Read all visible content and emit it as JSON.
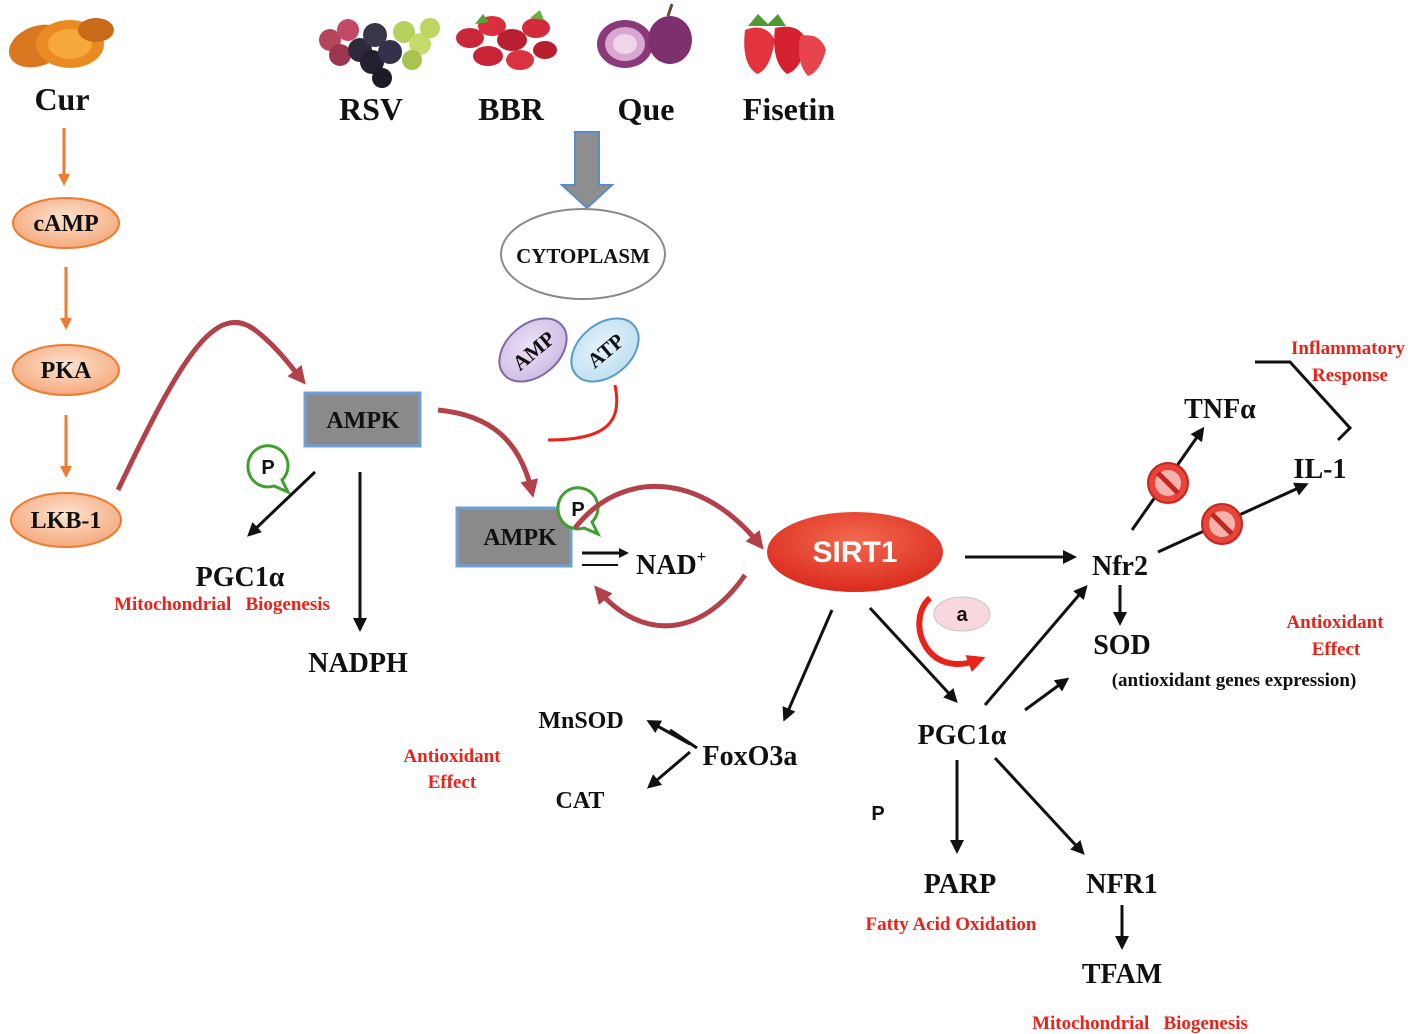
{
  "compounds": {
    "cur": "Cur",
    "rsv": "RSV",
    "bbr": "BBR",
    "que": "Que",
    "fisetin": "Fisetin"
  },
  "cur_pathway": {
    "camp": "cAMP",
    "pka": "PKA",
    "lkb1": "LKB-1"
  },
  "cytoplasm": "CYTOPLASM",
  "amp": "AMP",
  "atp": "ATP",
  "ampk_top": "AMPK",
  "ampk_phospho": "AMPK",
  "phospho_label": "P",
  "phospho_label_2": "P",
  "phospho_free": "P",
  "pgc1a_left": "PGC1α",
  "pgc1a_left_effect": "Mitochondrial   Biogenesis",
  "nadph": "NADPH",
  "nad": "NAD",
  "nad_sup": "+",
  "sirt1": "SIRT1",
  "activation_label": "a",
  "nfr2": "Nfr2",
  "tnfa": "TNFα",
  "il1": "IL-1",
  "inflammatory_1": "Inflammatory",
  "inflammatory_2": "Response",
  "sod": "SOD",
  "sod_sub": "(antioxidant genes expression)",
  "antiox_right_1": "Antioxidant",
  "antiox_right_2": "Effect",
  "foxo3a": "FoxO3a",
  "mnsod": "MnSOD",
  "cat": "CAT",
  "antiox_left_1": "Antioxidant",
  "antiox_left_2": "Effect",
  "pgc1a_center": "PGC1α",
  "parp": "PARP",
  "parp_effect": "Fatty Acid Oxidation",
  "nfr1": "NFR1",
  "tfam": "TFAM",
  "tfam_effect": "Mitochondrial   Biogenesis",
  "colors": {
    "red_text": "#e8231a",
    "orange_arrow": "#ee7b2e",
    "dark_red_arrow": "#b3414a",
    "ampk_fill": "#8a8a8a",
    "sirt1_fill": "#e8321e"
  }
}
